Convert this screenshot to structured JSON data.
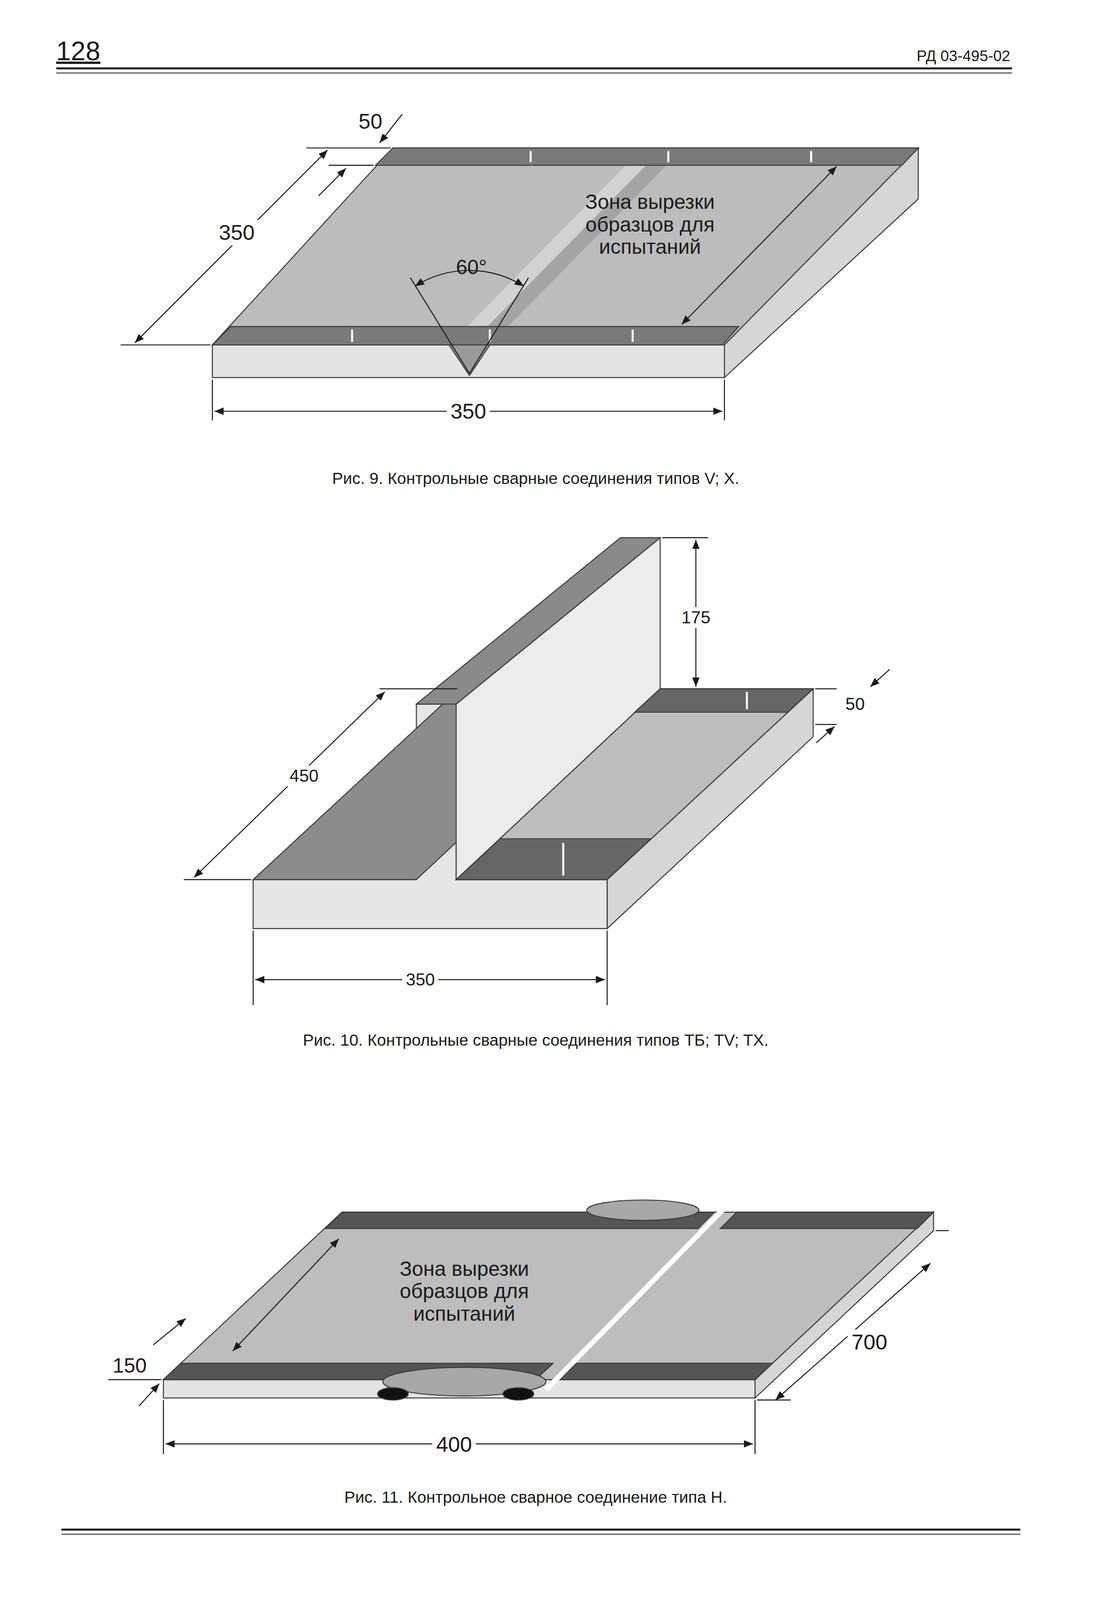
{
  "diagram": {
    "labels": [
      "128",
      "РД 03-495-02",
      "50",
      "350",
      "Зона вырезки образцов для испытаний",
      "60°",
      "350",
      "Рис. 9. Контрольные сварные соединения типов V; X.",
      "175",
      "50",
      "450",
      "350",
      "Рис. 10. Контрольные сварные соединения типов ТБ; TV; TX.",
      "Зона вырезки образцов для испытаний",
      "150",
      "700",
      "400",
      "Рис. 11. Контрольное сварное соединение типа Н."
    ]
  }
}
